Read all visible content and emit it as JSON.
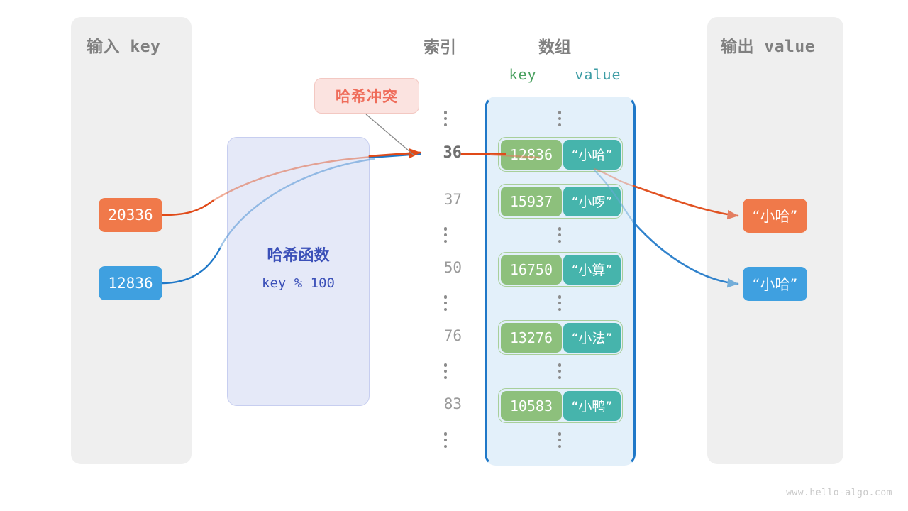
{
  "watermark": "www.hello-algo.com",
  "panels": {
    "input": {
      "title": "输入 key"
    },
    "output": {
      "title": "输出 value"
    }
  },
  "headings": {
    "index": "索引",
    "array": "数组",
    "key": "key",
    "value": "value"
  },
  "hash_function": {
    "title": "哈希函数",
    "formula": "key % 100"
  },
  "collision": {
    "label": "哈希冲突"
  },
  "inputs": [
    {
      "key": "20336",
      "color": "#f0794a"
    },
    {
      "key": "12836",
      "color": "#3fa0e0"
    }
  ],
  "outputs": [
    {
      "value": "“小哈”",
      "color": "#f0794a"
    },
    {
      "value": "“小哈”",
      "color": "#3fa0e0"
    }
  ],
  "array": {
    "rows": [
      {
        "type": "ellipsis"
      },
      {
        "type": "bucket",
        "index": "36",
        "highlight": true,
        "key": "12836",
        "value": "“小哈”"
      },
      {
        "type": "bucket",
        "index": "37",
        "highlight": false,
        "key": "15937",
        "value": "“小啰”"
      },
      {
        "type": "ellipsis"
      },
      {
        "type": "bucket",
        "index": "50",
        "highlight": false,
        "key": "16750",
        "value": "“小算”"
      },
      {
        "type": "ellipsis"
      },
      {
        "type": "bucket",
        "index": "76",
        "highlight": false,
        "key": "13276",
        "value": "“小法”"
      },
      {
        "type": "ellipsis"
      },
      {
        "type": "bucket",
        "index": "83",
        "highlight": false,
        "key": "10583",
        "value": "“小鸭”"
      },
      {
        "type": "ellipsis"
      }
    ]
  },
  "colors": {
    "panel_bg": "#efefef",
    "array_bg": "#e3f0fa",
    "array_border": "#1f78c8",
    "hash_bg": "#e5e9f8",
    "hash_text": "#3b50b8",
    "collision_bg": "#fbe3e0",
    "collision_text": "#ef6c5a",
    "cell_key": "#8dc07c",
    "cell_value": "#46b4ac",
    "wire_orange": "#e04a18",
    "wire_blue": "#1f78c8"
  }
}
